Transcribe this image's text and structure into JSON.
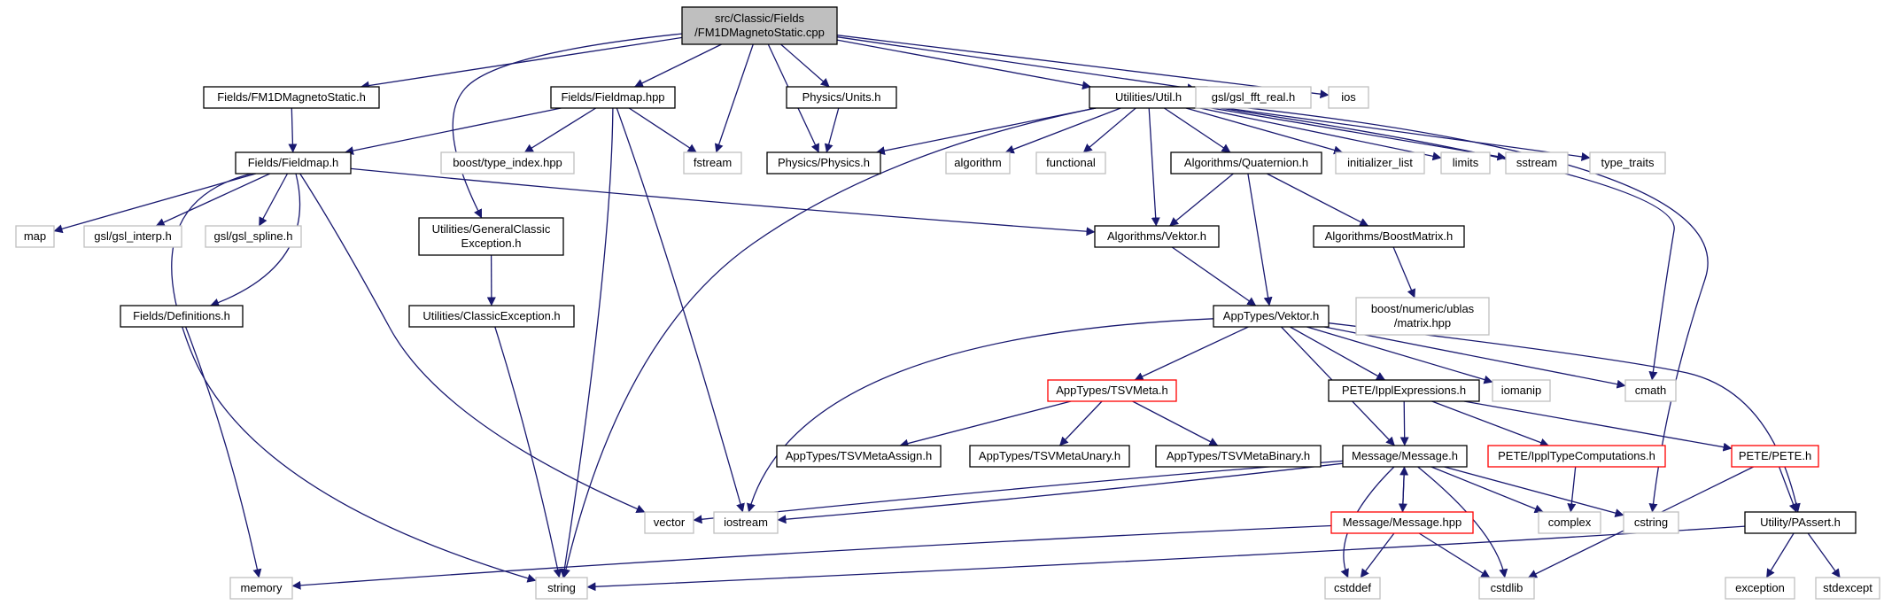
{
  "diagram": {
    "title": "",
    "colors": {
      "edge": "#191970",
      "node_border_normal": "#000000",
      "node_border_missing": "#bfbfbf",
      "node_border_truncated": "#ff0000",
      "node_fill_root": "#bfbfbf",
      "node_fill": "#ffffff",
      "text": "#000000"
    },
    "nodes": [
      {
        "id": "n_root",
        "lines": [
          "src/Classic/Fields",
          "/FM1DMagnetoStatic.cpp"
        ],
        "style": "root"
      },
      {
        "id": "n_fm1d",
        "lines": [
          "Fields/FM1DMagnetoStatic.h"
        ],
        "style": "normal"
      },
      {
        "id": "n_fieldmaphpp",
        "lines": [
          "Fields/Fieldmap.hpp"
        ],
        "style": "normal"
      },
      {
        "id": "n_physunits",
        "lines": [
          "Physics/Units.h"
        ],
        "style": "normal"
      },
      {
        "id": "n_util",
        "lines": [
          "Utilities/Util.h"
        ],
        "style": "normal"
      },
      {
        "id": "n_gslfft",
        "lines": [
          "gsl/gsl_fft_real.h"
        ],
        "style": "missing"
      },
      {
        "id": "n_ios",
        "lines": [
          "ios"
        ],
        "style": "missing"
      },
      {
        "id": "n_fieldmaph",
        "lines": [
          "Fields/Fieldmap.h"
        ],
        "style": "normal"
      },
      {
        "id": "n_boosttype",
        "lines": [
          "boost/type_index.hpp"
        ],
        "style": "missing"
      },
      {
        "id": "n_fstream",
        "lines": [
          "fstream"
        ],
        "style": "missing"
      },
      {
        "id": "n_physics",
        "lines": [
          "Physics/Physics.h"
        ],
        "style": "normal"
      },
      {
        "id": "n_algorithm",
        "lines": [
          "algorithm"
        ],
        "style": "missing"
      },
      {
        "id": "n_functional",
        "lines": [
          "functional"
        ],
        "style": "missing"
      },
      {
        "id": "n_quaternion",
        "lines": [
          "Algorithms/Quaternion.h"
        ],
        "style": "normal"
      },
      {
        "id": "n_initlist",
        "lines": [
          "initializer_list"
        ],
        "style": "missing"
      },
      {
        "id": "n_limits",
        "lines": [
          "limits"
        ],
        "style": "missing"
      },
      {
        "id": "n_sstream",
        "lines": [
          "sstream"
        ],
        "style": "missing"
      },
      {
        "id": "n_typetraits",
        "lines": [
          "type_traits"
        ],
        "style": "missing"
      },
      {
        "id": "n_map",
        "lines": [
          "map"
        ],
        "style": "missing"
      },
      {
        "id": "n_gslinterp",
        "lines": [
          "gsl/gsl_interp.h"
        ],
        "style": "missing"
      },
      {
        "id": "n_gslspline",
        "lines": [
          "gsl/gsl_spline.h"
        ],
        "style": "missing"
      },
      {
        "id": "n_genexc",
        "lines": [
          "Utilities/GeneralClassic",
          "Exception.h"
        ],
        "style": "normal"
      },
      {
        "id": "n_algvektor",
        "lines": [
          "Algorithms/Vektor.h"
        ],
        "style": "normal"
      },
      {
        "id": "n_boostmatrix",
        "lines": [
          "Algorithms/BoostMatrix.h"
        ],
        "style": "normal"
      },
      {
        "id": "n_ublas",
        "lines": [
          "boost/numeric/ublas",
          "/matrix.hpp"
        ],
        "style": "missing"
      },
      {
        "id": "n_definitions",
        "lines": [
          "Fields/Definitions.h"
        ],
        "style": "normal"
      },
      {
        "id": "n_classicexc",
        "lines": [
          "Utilities/ClassicException.h"
        ],
        "style": "normal"
      },
      {
        "id": "n_appvektor",
        "lines": [
          "AppTypes/Vektor.h"
        ],
        "style": "normal"
      },
      {
        "id": "n_tsvmeta",
        "lines": [
          "AppTypes/TSVMeta.h"
        ],
        "style": "truncated"
      },
      {
        "id": "n_ipplexpr",
        "lines": [
          "PETE/IpplExpressions.h"
        ],
        "style": "normal"
      },
      {
        "id": "n_iomanip",
        "lines": [
          "iomanip"
        ],
        "style": "missing"
      },
      {
        "id": "n_cmath",
        "lines": [
          "cmath"
        ],
        "style": "missing"
      },
      {
        "id": "n_tsvassign",
        "lines": [
          "AppTypes/TSVMetaAssign.h"
        ],
        "style": "normal"
      },
      {
        "id": "n_tsvunary",
        "lines": [
          "AppTypes/TSVMetaUnary.h"
        ],
        "style": "normal"
      },
      {
        "id": "n_tsvbinary",
        "lines": [
          "AppTypes/TSVMetaBinary.h"
        ],
        "style": "normal"
      },
      {
        "id": "n_msgh",
        "lines": [
          "Message/Message.h"
        ],
        "style": "normal"
      },
      {
        "id": "n_ippltype",
        "lines": [
          "PETE/IpplTypeComputations.h"
        ],
        "style": "truncated"
      },
      {
        "id": "n_pete",
        "lines": [
          "PETE/PETE.h"
        ],
        "style": "truncated"
      },
      {
        "id": "n_vector",
        "lines": [
          "vector"
        ],
        "style": "missing"
      },
      {
        "id": "n_iostream",
        "lines": [
          "iostream"
        ],
        "style": "missing"
      },
      {
        "id": "n_msghpp",
        "lines": [
          "Message/Message.hpp"
        ],
        "style": "truncated"
      },
      {
        "id": "n_complex",
        "lines": [
          "complex"
        ],
        "style": "missing"
      },
      {
        "id": "n_cstring",
        "lines": [
          "cstring"
        ],
        "style": "missing"
      },
      {
        "id": "n_passert",
        "lines": [
          "Utility/PAssert.h"
        ],
        "style": "normal"
      },
      {
        "id": "n_memory",
        "lines": [
          "memory"
        ],
        "style": "missing"
      },
      {
        "id": "n_string",
        "lines": [
          "string"
        ],
        "style": "missing"
      },
      {
        "id": "n_cstddef",
        "lines": [
          "cstddef"
        ],
        "style": "missing"
      },
      {
        "id": "n_cstdlib",
        "lines": [
          "cstdlib"
        ],
        "style": "missing"
      },
      {
        "id": "n_exception",
        "lines": [
          "exception"
        ],
        "style": "missing"
      },
      {
        "id": "n_stdexcept",
        "lines": [
          "stdexcept"
        ],
        "style": "missing"
      }
    ],
    "edges": [
      {
        "from": "n_root",
        "to": "n_fm1d"
      },
      {
        "from": "n_root",
        "to": "n_genexc"
      },
      {
        "from": "n_root",
        "to": "n_fieldmaphpp"
      },
      {
        "from": "n_root",
        "to": "n_fstream"
      },
      {
        "from": "n_root",
        "to": "n_physics"
      },
      {
        "from": "n_root",
        "to": "n_physunits"
      },
      {
        "from": "n_root",
        "to": "n_util"
      },
      {
        "from": "n_root",
        "to": "n_gslfft"
      },
      {
        "from": "n_root",
        "to": "n_ios"
      },
      {
        "from": "n_fm1d",
        "to": "n_fieldmaph"
      },
      {
        "from": "n_fieldmaphpp",
        "to": "n_fieldmaph"
      },
      {
        "from": "n_fieldmaphpp",
        "to": "n_boosttype"
      },
      {
        "from": "n_fieldmaphpp",
        "to": "n_fstream"
      },
      {
        "from": "n_fieldmaphpp",
        "to": "n_string"
      },
      {
        "from": "n_fieldmaphpp",
        "to": "n_iostream"
      },
      {
        "from": "n_physunits",
        "to": "n_physics"
      },
      {
        "from": "n_util",
        "to": "n_physics"
      },
      {
        "from": "n_util",
        "to": "n_algorithm"
      },
      {
        "from": "n_util",
        "to": "n_functional"
      },
      {
        "from": "n_util",
        "to": "n_quaternion"
      },
      {
        "from": "n_util",
        "to": "n_algvektor"
      },
      {
        "from": "n_util",
        "to": "n_initlist"
      },
      {
        "from": "n_util",
        "to": "n_limits"
      },
      {
        "from": "n_util",
        "to": "n_sstream"
      },
      {
        "from": "n_util",
        "to": "n_typetraits"
      },
      {
        "from": "n_util",
        "to": "n_cmath"
      },
      {
        "from": "n_util",
        "to": "n_cstring"
      },
      {
        "from": "n_util",
        "to": "n_string"
      },
      {
        "from": "n_fieldmaph",
        "to": "n_map"
      },
      {
        "from": "n_fieldmaph",
        "to": "n_gslinterp"
      },
      {
        "from": "n_fieldmaph",
        "to": "n_gslspline"
      },
      {
        "from": "n_fieldmaph",
        "to": "n_definitions"
      },
      {
        "from": "n_fieldmaph",
        "to": "n_algvektor"
      },
      {
        "from": "n_fieldmaph",
        "to": "n_vector"
      },
      {
        "from": "n_fieldmaph",
        "to": "n_string"
      },
      {
        "from": "n_quaternion",
        "to": "n_algvektor"
      },
      {
        "from": "n_quaternion",
        "to": "n_boostmatrix"
      },
      {
        "from": "n_quaternion",
        "to": "n_appvektor"
      },
      {
        "from": "n_genexc",
        "to": "n_classicexc"
      },
      {
        "from": "n_classicexc",
        "to": "n_string"
      },
      {
        "from": "n_definitions",
        "to": "n_memory"
      },
      {
        "from": "n_algvektor",
        "to": "n_appvektor"
      },
      {
        "from": "n_boostmatrix",
        "to": "n_ublas"
      },
      {
        "from": "n_appvektor",
        "to": "n_tsvmeta"
      },
      {
        "from": "n_appvektor",
        "to": "n_ipplexpr"
      },
      {
        "from": "n_appvektor",
        "to": "n_iomanip"
      },
      {
        "from": "n_appvektor",
        "to": "n_cmath"
      },
      {
        "from": "n_appvektor",
        "to": "n_msgh"
      },
      {
        "from": "n_appvektor",
        "to": "n_iostream"
      },
      {
        "from": "n_appvektor",
        "to": "n_passert"
      },
      {
        "from": "n_tsvmeta",
        "to": "n_tsvassign"
      },
      {
        "from": "n_tsvmeta",
        "to": "n_tsvunary"
      },
      {
        "from": "n_tsvmeta",
        "to": "n_tsvbinary"
      },
      {
        "from": "n_ipplexpr",
        "to": "n_msgh"
      },
      {
        "from": "n_ipplexpr",
        "to": "n_ippltype"
      },
      {
        "from": "n_ipplexpr",
        "to": "n_pete"
      },
      {
        "from": "n_ippltype",
        "to": "n_complex"
      },
      {
        "from": "n_pete",
        "to": "n_passert"
      },
      {
        "from": "n_pete",
        "to": "n_cstdlib"
      },
      {
        "from": "n_msgh",
        "to": "n_vector"
      },
      {
        "from": "n_msgh",
        "to": "n_iostream"
      },
      {
        "from": "n_msgh",
        "to": "n_msghpp"
      },
      {
        "from": "n_msgh",
        "to": "n_complex"
      },
      {
        "from": "n_msgh",
        "to": "n_cstring"
      },
      {
        "from": "n_msgh",
        "to": "n_cstddef"
      },
      {
        "from": "n_msgh",
        "to": "n_cstdlib"
      },
      {
        "from": "n_msghpp",
        "to": "n_msgh"
      },
      {
        "from": "n_msghpp",
        "to": "n_memory"
      },
      {
        "from": "n_msghpp",
        "to": "n_cstddef"
      },
      {
        "from": "n_msghpp",
        "to": "n_cstdlib"
      },
      {
        "from": "n_passert",
        "to": "n_string"
      },
      {
        "from": "n_passert",
        "to": "n_exception"
      },
      {
        "from": "n_passert",
        "to": "n_stdexcept"
      }
    ]
  }
}
